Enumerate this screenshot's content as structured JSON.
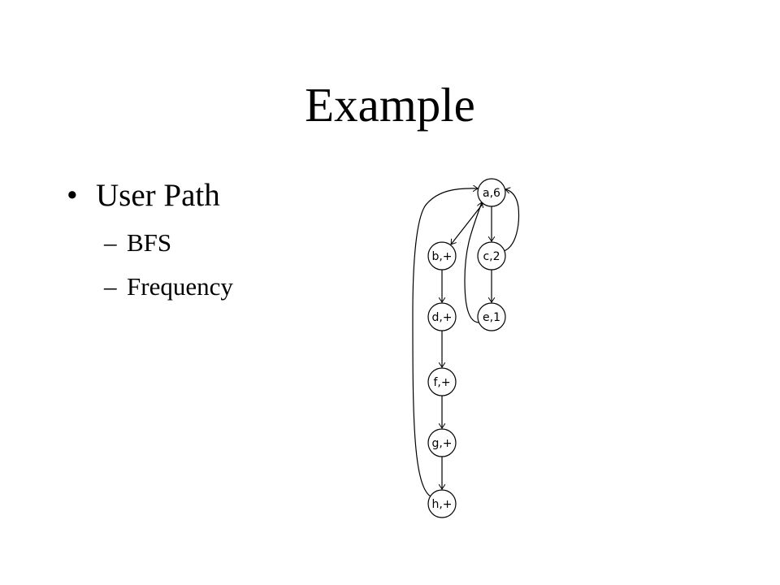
{
  "slide": {
    "title": "Example",
    "bullet": "User Path",
    "subbullets": [
      "BFS",
      "Frequency"
    ],
    "bullet_marker": "•",
    "sub_marker": "–"
  },
  "diagram": {
    "nodes": [
      {
        "id": "a",
        "label": "a,6"
      },
      {
        "id": "b",
        "label": "b,+"
      },
      {
        "id": "c",
        "label": "c,2"
      },
      {
        "id": "d",
        "label": "d,+"
      },
      {
        "id": "e",
        "label": "e,1"
      },
      {
        "id": "f",
        "label": "f,+"
      },
      {
        "id": "g",
        "label": "g,+"
      },
      {
        "id": "h",
        "label": "h,+"
      }
    ],
    "edges": [
      {
        "from": "a",
        "to": "b"
      },
      {
        "from": "a",
        "to": "c"
      },
      {
        "from": "b",
        "to": "d"
      },
      {
        "from": "c",
        "to": "e"
      },
      {
        "from": "d",
        "to": "f"
      },
      {
        "from": "f",
        "to": "g"
      },
      {
        "from": "g",
        "to": "h"
      },
      {
        "from": "h",
        "to": "a"
      },
      {
        "from": "e",
        "to": "a"
      },
      {
        "from": "c",
        "to": "a"
      }
    ]
  }
}
